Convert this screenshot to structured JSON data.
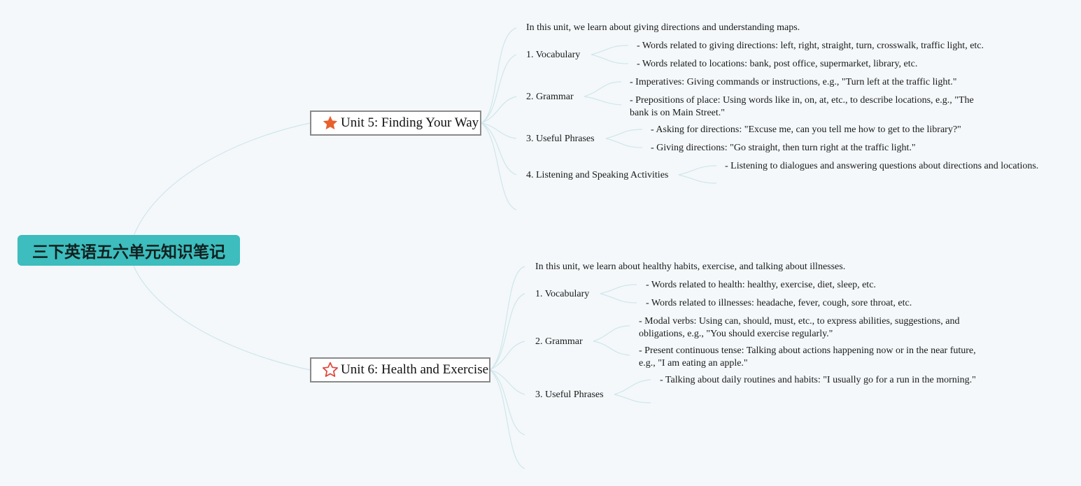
{
  "root": {
    "title": "三下英语五六单元知识笔记"
  },
  "unit5": {
    "title": "Unit 5: Finding Your Way",
    "intro": "In this unit, we learn about giving directions and understanding maps.",
    "vocab": {
      "label": "1. Vocabulary",
      "items": [
        "- Words related to giving directions: left, right, straight, turn, crosswalk, traffic light, etc.",
        "- Words related to locations: bank, post office, supermarket, library, etc."
      ]
    },
    "grammar": {
      "label": "2. Grammar",
      "items": [
        "- Imperatives: Giving commands or instructions, e.g., \"Turn left at the traffic light.\"",
        "- Prepositions of place: Using words like in, on, at, etc., to describe locations, e.g., \"The bank is on Main Street.\""
      ]
    },
    "phrases": {
      "label": "3. Useful Phrases",
      "items": [
        "- Asking for directions: \"Excuse me, can you tell me how to get to the library?\"",
        "- Giving directions: \"Go straight, then turn right at the traffic light.\""
      ]
    },
    "listening": {
      "label": "4. Listening and Speaking Activities",
      "items": [
        "- Listening to dialogues and answering questions about directions and locations."
      ]
    }
  },
  "unit6": {
    "title": "Unit 6: Health and Exercise",
    "intro": "In this unit, we learn about healthy habits, exercise, and talking about illnesses.",
    "vocab": {
      "label": "1. Vocabulary",
      "items": [
        "- Words related to health: healthy, exercise, diet, sleep, etc.",
        "- Words related to illnesses: headache, fever, cough, sore throat, etc."
      ]
    },
    "grammar": {
      "label": "2. Grammar",
      "items": [
        "- Modal verbs: Using can, should, must, etc., to express abilities, suggestions, and obligations, e.g., \"You should exercise regularly.\"",
        "- Present continuous tense: Talking about actions happening now or in the near future, e.g., \"I am eating an apple.\""
      ]
    },
    "phrases": {
      "label": "3. Useful Phrases",
      "items": [
        "- Talking about daily routines and habits: \"I usually go for a run in the morning.\""
      ]
    }
  },
  "colors": {
    "root_bg": "#3dbdbd",
    "connector": "#cfe6ec",
    "star_filled": "#e8602c",
    "star_outline": "#e0463a"
  },
  "icons": {
    "unit5": "star-filled-icon",
    "unit6": "star-outline-icon"
  }
}
